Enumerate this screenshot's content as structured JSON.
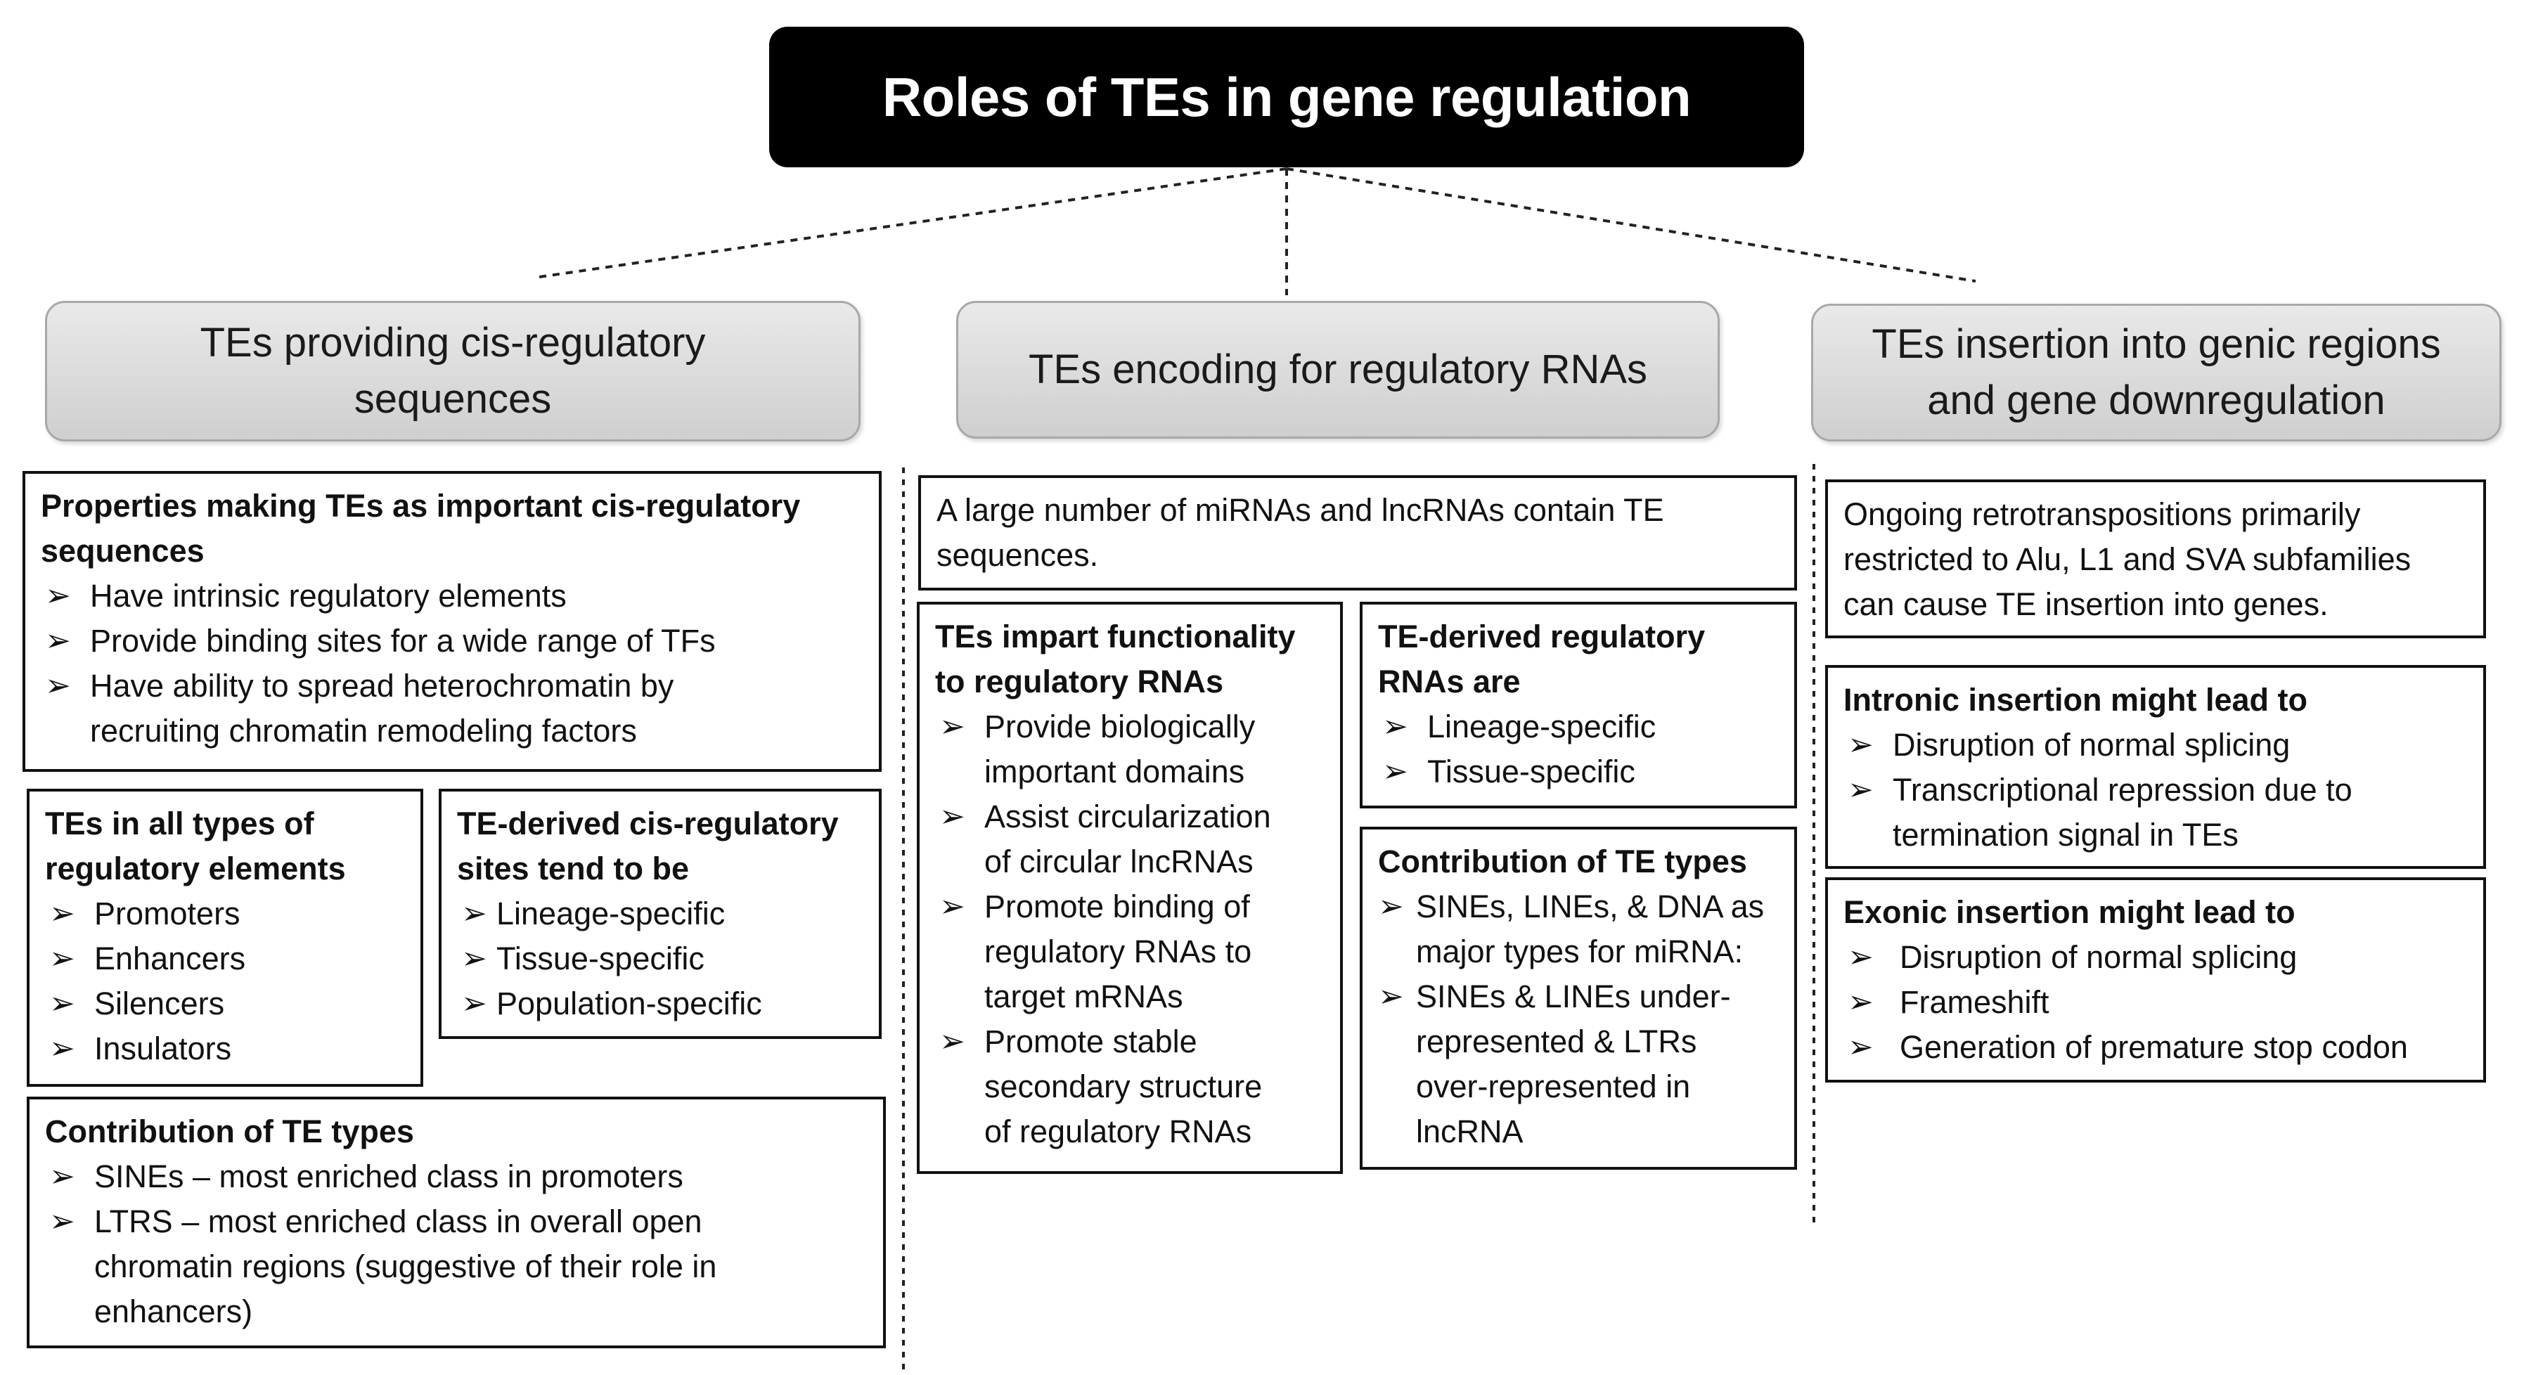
{
  "title": "Roles of TEs in gene regulation",
  "columns": [
    {
      "header": [
        "TEs providing cis-regulatory",
        "sequences"
      ],
      "boxes": [
        {
          "title": [
            "Properties making TEs as important cis-regulatory",
            "sequences"
          ],
          "items": [
            [
              "Have intrinsic regulatory elements"
            ],
            [
              "Provide binding sites for a wide range of TFs"
            ],
            [
              "Have ability to spread heterochromatin by",
              "recruiting chromatin remodeling factors"
            ]
          ]
        },
        {
          "title": [
            "TEs in all types of",
            "regulatory elements"
          ],
          "items": [
            [
              "Promoters"
            ],
            [
              "Enhancers"
            ],
            [
              "Silencers"
            ],
            [
              "Insulators"
            ]
          ]
        },
        {
          "title": [
            "TE-derived cis-regulatory",
            "sites tend to be"
          ],
          "items": [
            [
              "Lineage-specific"
            ],
            [
              "Tissue-specific"
            ],
            [
              "Population-specific"
            ]
          ]
        },
        {
          "title": [
            "Contribution of  TE types"
          ],
          "items": [
            [
              "SINEs – most enriched class in promoters"
            ],
            [
              "LTRS – most enriched class in overall open",
              "chromatin regions (suggestive of their role in",
              "enhancers)"
            ]
          ]
        }
      ]
    },
    {
      "header": [
        "TEs encoding for regulatory RNAs"
      ],
      "boxes": [
        {
          "text": [
            "A large number of miRNAs and lncRNAs contain TE",
            "sequences."
          ]
        },
        {
          "title": [
            "TEs impart functionality",
            "to regulatory RNAs"
          ],
          "items": [
            [
              "Provide biologically",
              "important domains"
            ],
            [
              "Assist circularization",
              "of circular lncRNAs"
            ],
            [
              "Promote binding of",
              "regulatory RNAs to",
              "target mRNAs"
            ],
            [
              "Promote stable",
              "secondary structure",
              "of regulatory RNAs"
            ]
          ]
        },
        {
          "title": [
            "TE-derived regulatory",
            "RNAs are"
          ],
          "items": [
            [
              "Lineage-specific"
            ],
            [
              "Tissue-specific"
            ]
          ]
        },
        {
          "title": [
            "Contribution of TE types"
          ],
          "items": [
            [
              "SINEs, LINEs, & DNA as",
              "major types for miRNA:"
            ],
            [
              "SINEs & LINEs under-",
              "represented & LTRs",
              "over-represented in",
              "lncRNA"
            ]
          ]
        }
      ]
    },
    {
      "header": [
        "TEs insertion into genic regions",
        "and gene downregulation"
      ],
      "boxes": [
        {
          "text": [
            "Ongoing retrotranspositions primarily",
            "restricted to Alu, L1 and SVA subfamilies",
            "can cause TE insertion into genes."
          ]
        },
        {
          "title": [
            "Intronic insertion might lead to"
          ],
          "items": [
            [
              "Disruption of normal splicing"
            ],
            [
              "Transcriptional repression due to",
              "termination signal in TEs"
            ]
          ]
        },
        {
          "title": [
            "Exonic insertion might lead to"
          ],
          "items": [
            [
              "Disruption of normal splicing"
            ],
            [
              "Frameshift"
            ],
            [
              "Generation of premature stop codon"
            ]
          ]
        }
      ]
    }
  ],
  "icons": {
    "bullet": "arrowhead-bullet-icon",
    "glyph": "➢"
  },
  "colors": {
    "title_bg": "#000000",
    "title_text": "#ffffff",
    "header_bg": "#d9d9d9",
    "border": "#111111"
  }
}
